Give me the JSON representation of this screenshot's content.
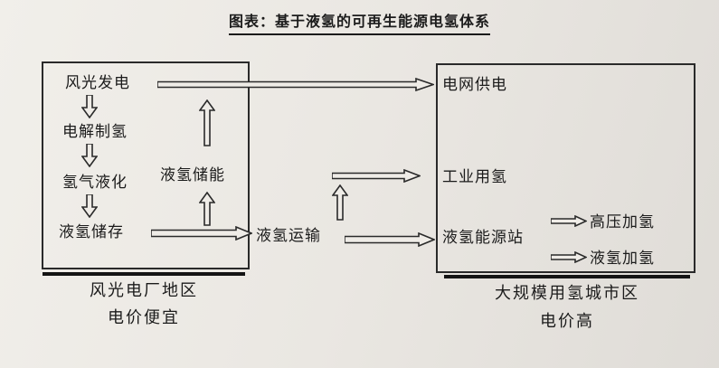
{
  "title": "图表：基于液氢的可再生能源电氢体系",
  "left_region": {
    "chain": [
      "风光发电",
      "电解制氢",
      "氢气液化",
      "液氢储存"
    ],
    "storage_label": "液氢储能",
    "caption_line1": "风光电厂地区",
    "caption_line2": "电价便宜"
  },
  "transport_label": "液氢运输",
  "right_region": {
    "grid_label": "电网供电",
    "industry_label": "工业用氢",
    "station_label": "液氢能源站",
    "station_outputs": [
      "高压加氢",
      "液氢加氢"
    ],
    "caption_line1": "大规模用氢城市区",
    "caption_line2": "电价高"
  },
  "colors": {
    "ink": "#1b1b1b",
    "paper": "#eae7e2",
    "arrow_fill": "#efece7"
  }
}
